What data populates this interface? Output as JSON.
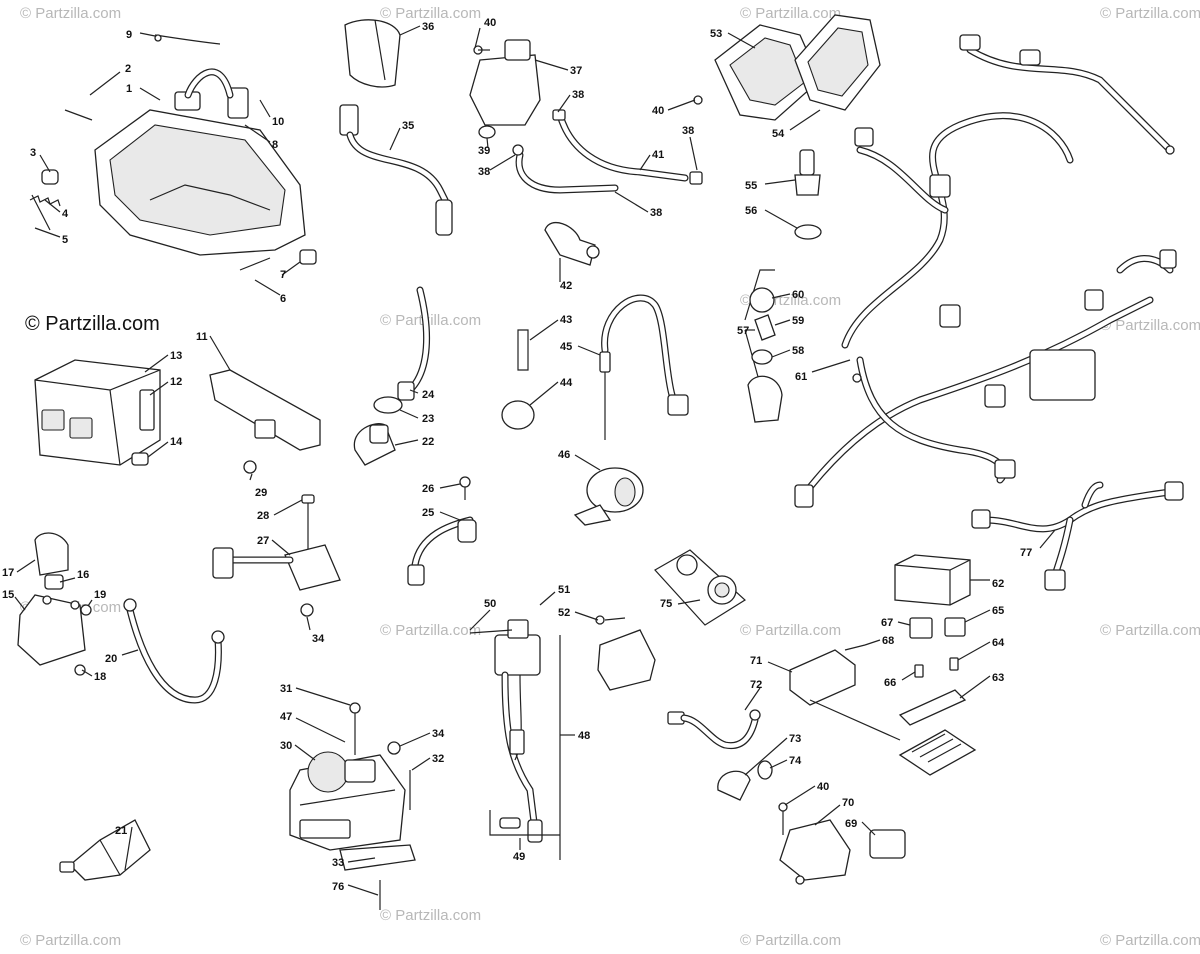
{
  "brand": {
    "text": "© Partzilla.com"
  },
  "watermark": {
    "text": "© Partzilla.com"
  },
  "callouts": [
    {
      "label": "1"
    },
    {
      "label": "2"
    },
    {
      "label": "3"
    },
    {
      "label": "4"
    },
    {
      "label": "5"
    },
    {
      "label": "6"
    },
    {
      "label": "7"
    },
    {
      "label": "8"
    },
    {
      "label": "9"
    },
    {
      "label": "10"
    },
    {
      "label": "11"
    },
    {
      "label": "12"
    },
    {
      "label": "13"
    },
    {
      "label": "14"
    },
    {
      "label": "15"
    },
    {
      "label": "16"
    },
    {
      "label": "17"
    },
    {
      "label": "18"
    },
    {
      "label": "19"
    },
    {
      "label": "20"
    },
    {
      "label": "21"
    },
    {
      "label": "22"
    },
    {
      "label": "23"
    },
    {
      "label": "24"
    },
    {
      "label": "25"
    },
    {
      "label": "26"
    },
    {
      "label": "27"
    },
    {
      "label": "28"
    },
    {
      "label": "29"
    },
    {
      "label": "30"
    },
    {
      "label": "31"
    },
    {
      "label": "32"
    },
    {
      "label": "33"
    },
    {
      "label": "34"
    },
    {
      "label": "34"
    },
    {
      "label": "35"
    },
    {
      "label": "36"
    },
    {
      "label": "37"
    },
    {
      "label": "38"
    },
    {
      "label": "38"
    },
    {
      "label": "38"
    },
    {
      "label": "38"
    },
    {
      "label": "39"
    },
    {
      "label": "40"
    },
    {
      "label": "40"
    },
    {
      "label": "40"
    },
    {
      "label": "41"
    },
    {
      "label": "42"
    },
    {
      "label": "43"
    },
    {
      "label": "44"
    },
    {
      "label": "45"
    },
    {
      "label": "46"
    },
    {
      "label": "47"
    },
    {
      "label": "48"
    },
    {
      "label": "49"
    },
    {
      "label": "50"
    },
    {
      "label": "51"
    },
    {
      "label": "52"
    },
    {
      "label": "53"
    },
    {
      "label": "54"
    },
    {
      "label": "55"
    },
    {
      "label": "56"
    },
    {
      "label": "57"
    },
    {
      "label": "58"
    },
    {
      "label": "59"
    },
    {
      "label": "60"
    },
    {
      "label": "61"
    },
    {
      "label": "62"
    },
    {
      "label": "63"
    },
    {
      "label": "64"
    },
    {
      "label": "65"
    },
    {
      "label": "66"
    },
    {
      "label": "67"
    },
    {
      "label": "68"
    },
    {
      "label": "69"
    },
    {
      "label": "70"
    },
    {
      "label": "71"
    },
    {
      "label": "72"
    },
    {
      "label": "73"
    },
    {
      "label": "74"
    },
    {
      "label": "75"
    },
    {
      "label": "76"
    },
    {
      "label": "77"
    }
  ]
}
